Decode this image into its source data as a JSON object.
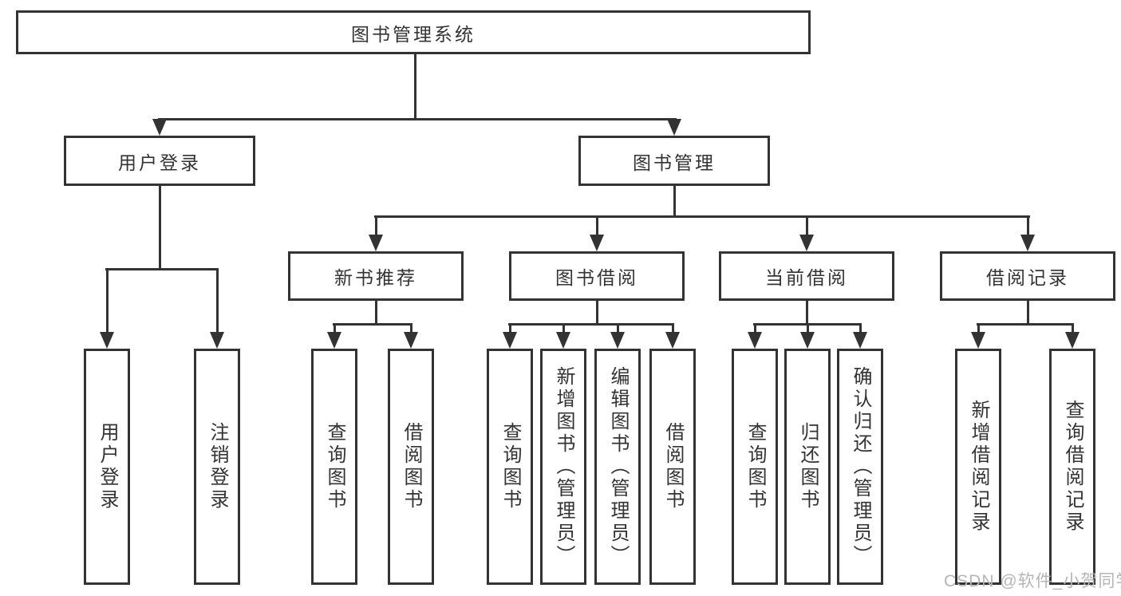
{
  "diagram": {
    "root": {
      "label": "图书管理系统"
    },
    "level2": [
      {
        "label": "用户登录"
      },
      {
        "label": "图书管理"
      }
    ],
    "level3": [
      {
        "label": "新书推荐"
      },
      {
        "label": "图书借阅"
      },
      {
        "label": "当前借阅"
      },
      {
        "label": "借阅记录"
      }
    ],
    "leaves": {
      "user_login": [
        {
          "label": "用户登录"
        },
        {
          "label": "注销登录"
        }
      ],
      "new_book": [
        {
          "label": "查询图书"
        },
        {
          "label": "借阅图书"
        }
      ],
      "book_borrow": [
        {
          "label": "查询图书"
        },
        {
          "label": "新增图书（管理员）"
        },
        {
          "label": "编辑图书（管理员）"
        },
        {
          "label": "借阅图书"
        }
      ],
      "current_borrow": [
        {
          "label": "查询图书"
        },
        {
          "label": "归还图书"
        },
        {
          "label": "确认归还（管理员）"
        }
      ],
      "borrow_record": [
        {
          "label": "新增借阅记录"
        },
        {
          "label": "查询借阅记录"
        }
      ]
    },
    "watermark": "CSDN @软件_小贺同学",
    "colors": {
      "line": "#333333",
      "box_border": "#333333",
      "text": "#333333",
      "background": "#ffffff",
      "watermark": "#b5b5b5"
    }
  }
}
